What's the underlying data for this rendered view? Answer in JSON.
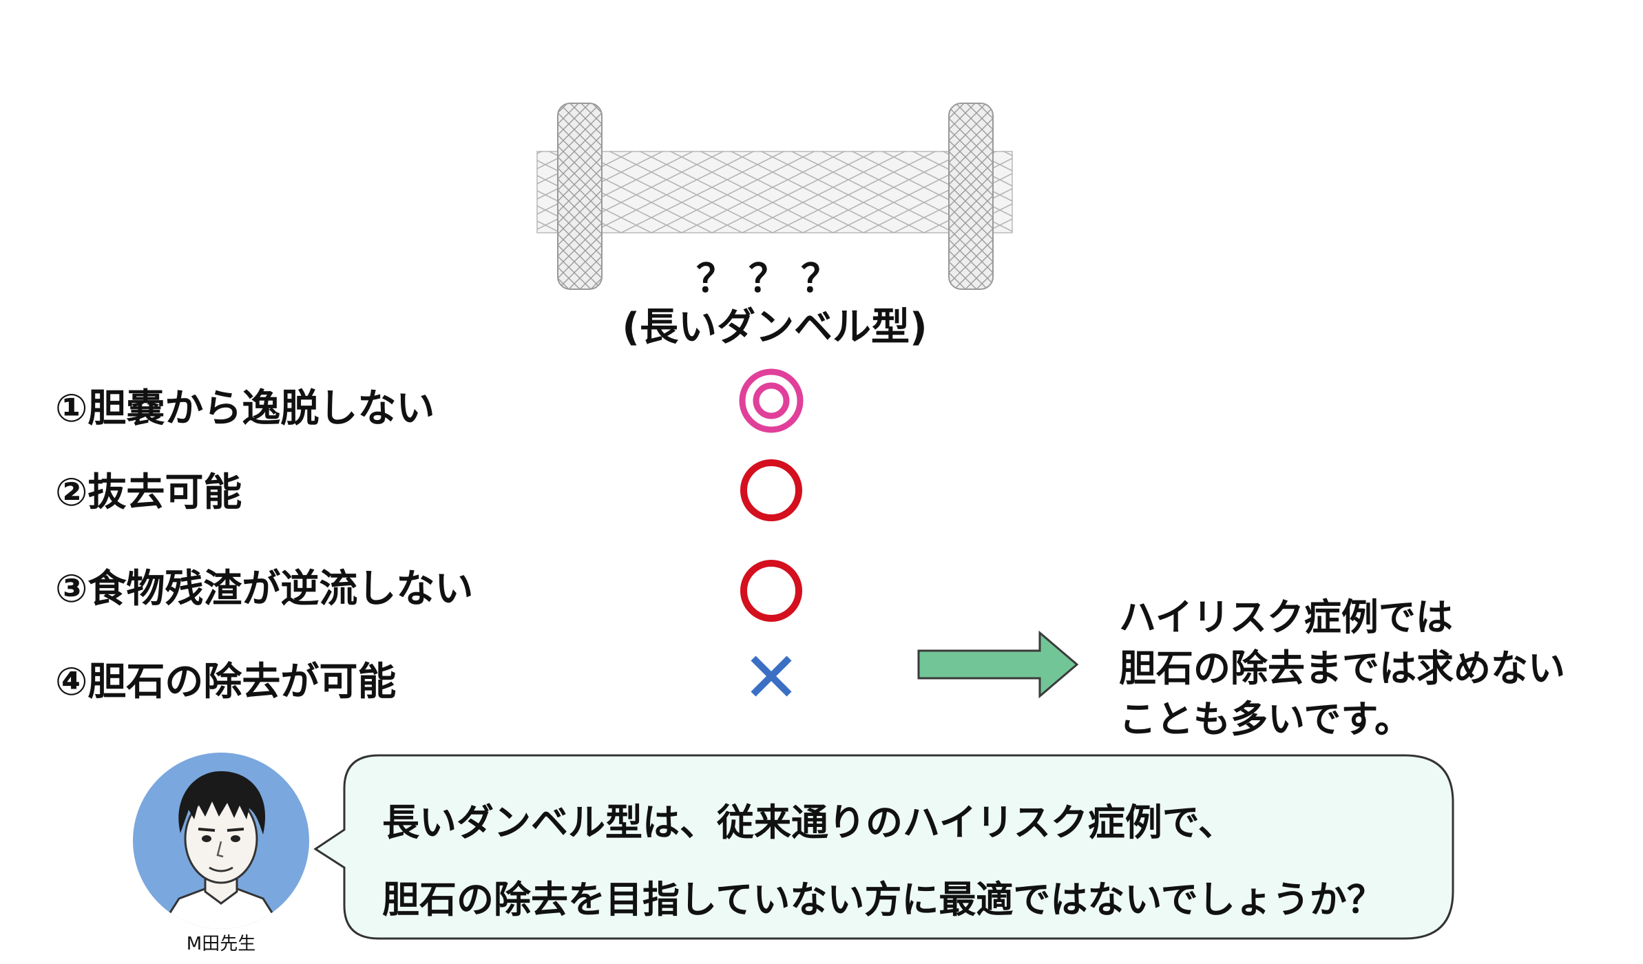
{
  "stent": {
    "qmarks": "？？？",
    "name": "(長いダンベル型)"
  },
  "criteria": [
    {
      "label": "①胆嚢から逸脱しない",
      "mark": "double-circle-icon"
    },
    {
      "label": "②抜去可能",
      "mark": "circle-icon"
    },
    {
      "label": "③食物残渣が逆流しない",
      "mark": "circle-icon"
    },
    {
      "label": "④胆石の除去が可能",
      "mark": "cross-icon"
    }
  ],
  "side_note": {
    "lines": [
      "ハイリスク症例では",
      "胆石の除去までは求めない",
      "ことも多いです。"
    ]
  },
  "speaker": {
    "name": "M田先生"
  },
  "speech": {
    "lines": [
      "長いダンベル型は、従来通りのハイリスク症例で、",
      "胆石の除去を目指していない方に最適ではないでしょうか？"
    ]
  },
  "colors": {
    "double_circle": "#e0409a",
    "circle": "#d40f1e",
    "cross": "#3a6fc4",
    "arrow_fill": "#72c596",
    "arrow_stroke": "#3a3a3a",
    "bubble_fill": "#eefaf6",
    "avatar_bg": "#7aa7de"
  }
}
